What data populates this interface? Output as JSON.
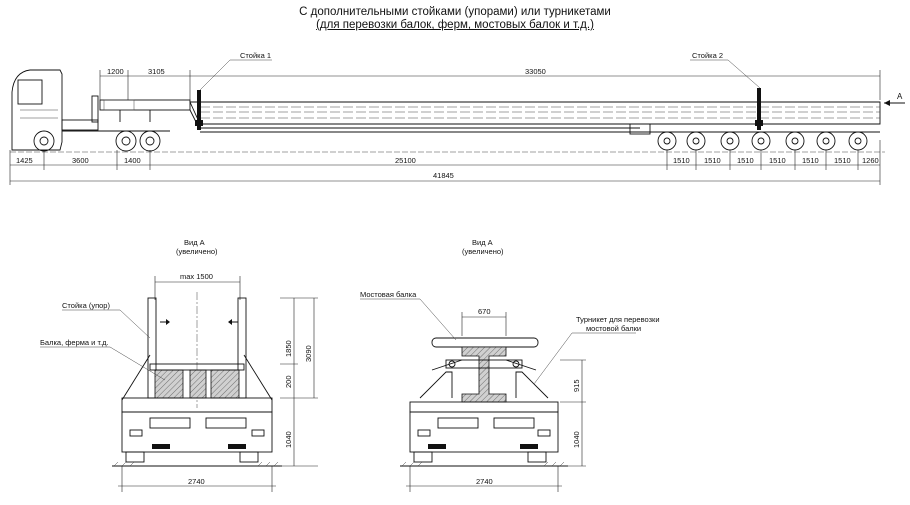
{
  "title": {
    "line1": "С дополнительными стойками (упорами) или турникетами",
    "line2": "(для перевозки балок, ферм, мостовых балок и т.д.)"
  },
  "side_view": {
    "label_stoyka1": "Стойка 1",
    "label_stoyka2": "Стойка 2",
    "view_marker": "А",
    "dims_top": [
      "1200",
      "3105",
      "33050"
    ],
    "dims_bottom": [
      "1425",
      "3600",
      "1400",
      "25100",
      "1510",
      "1510",
      "1510",
      "1510",
      "1510",
      "1510",
      "1260"
    ],
    "dim_total": "41845"
  },
  "view_left": {
    "heading": "Вид А",
    "subheading": "(увеличено)",
    "dim_top": "max 1500",
    "label_post": "Стойка (упор)",
    "label_beam": "Балка, ферма и т.д.",
    "dims_right": [
      "1850",
      "200",
      "3090",
      "1040"
    ],
    "dim_bottom": "2740"
  },
  "view_right": {
    "heading": "Вид А",
    "subheading": "(увеличено)",
    "label_bridge_beam": "Мостовая балка",
    "dim_top": "670",
    "label_turnstile_1": "Турникет для перевозки",
    "label_turnstile_2": "мостовой балки",
    "dims_right": [
      "915",
      "1040"
    ],
    "dim_bottom": "2740"
  },
  "colors": {
    "line": "#111111",
    "hatch_fill": "#cccccc",
    "background": "#ffffff"
  }
}
